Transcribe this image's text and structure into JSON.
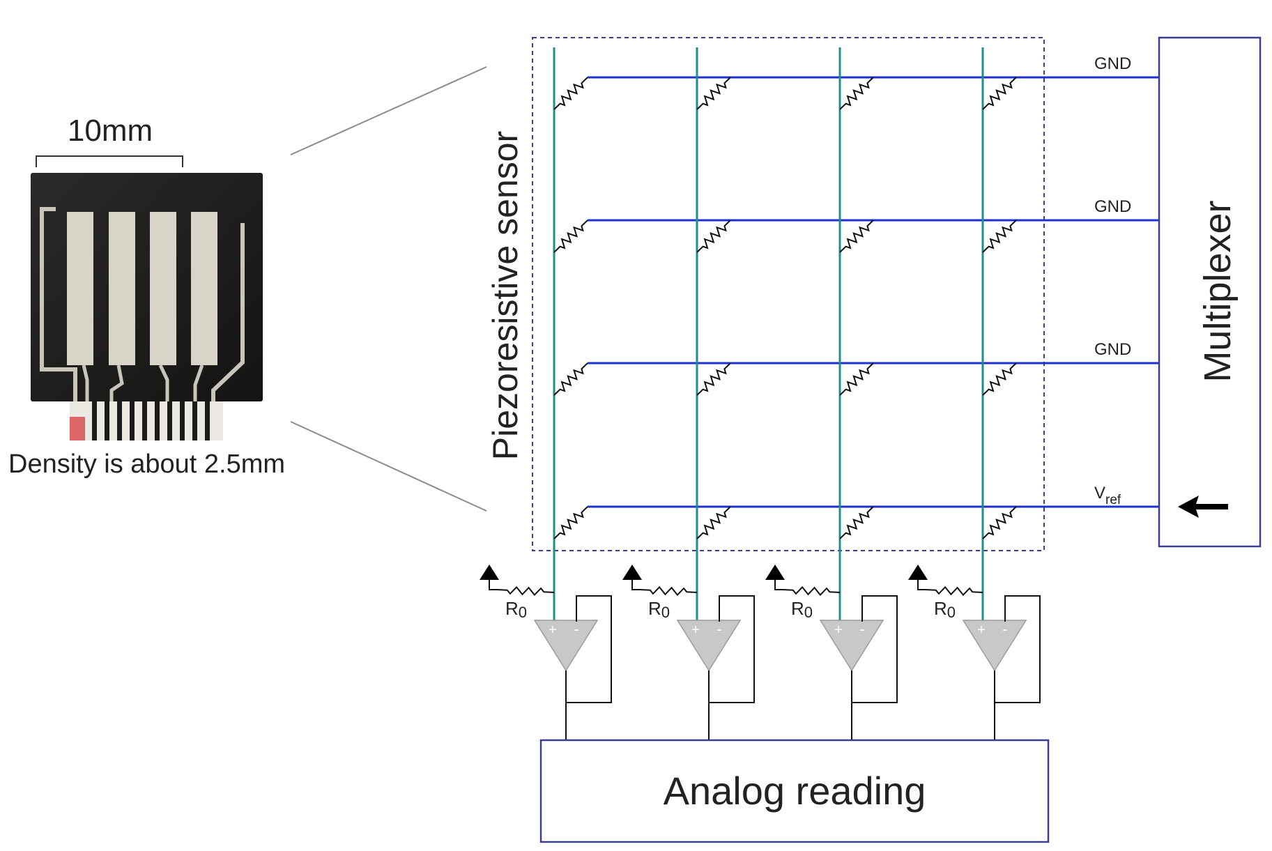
{
  "photo": {
    "scale_label": "10mm",
    "caption": "Density is about 2.5mm"
  },
  "sensor": {
    "title": "Piezoresistive sensor",
    "rows": [
      {
        "label": "GND",
        "sub": ""
      },
      {
        "label": "GND",
        "sub": ""
      },
      {
        "label": "GND",
        "sub": ""
      },
      {
        "label": "V",
        "sub": "ref"
      }
    ],
    "column_count": 4
  },
  "multiplexer": {
    "label": "Multiplexer"
  },
  "readout": {
    "resistor_label": "R",
    "resistor_sub": "0",
    "plus_sign": "+",
    "minus_sign": "-",
    "output_label": "Analog reading"
  },
  "colors": {
    "row_line": "#1f2fd0",
    "column_line": "#1e8f8a",
    "box_border": "#3d3d8f",
    "amplifier": "#c8c8c8",
    "text": "#222222"
  }
}
